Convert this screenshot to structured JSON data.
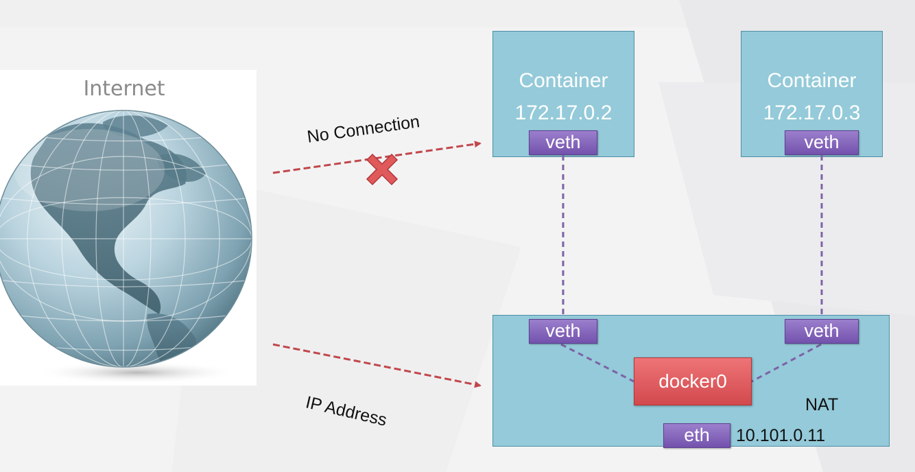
{
  "internet": {
    "label": "Internet"
  },
  "containers": [
    {
      "title": "Container",
      "ip": "172.17.0.2",
      "veth": "veth"
    },
    {
      "title": "Container",
      "ip": "172.17.0.3",
      "veth": "veth"
    }
  ],
  "host": {
    "veth_left": "veth",
    "veth_right": "veth",
    "bridge": "docker0",
    "nat": "NAT",
    "eth": "eth",
    "eth_ip": "10.101.0.11"
  },
  "arrows": {
    "top_label": "No Connection",
    "bottom_label": "IP Address"
  },
  "colors": {
    "box_fill": "#94cad9",
    "veth_fill": "#8465bb",
    "docker_fill": "#e35d60",
    "arrow_red": "#c0474a",
    "link_purple": "#7d62a6"
  }
}
